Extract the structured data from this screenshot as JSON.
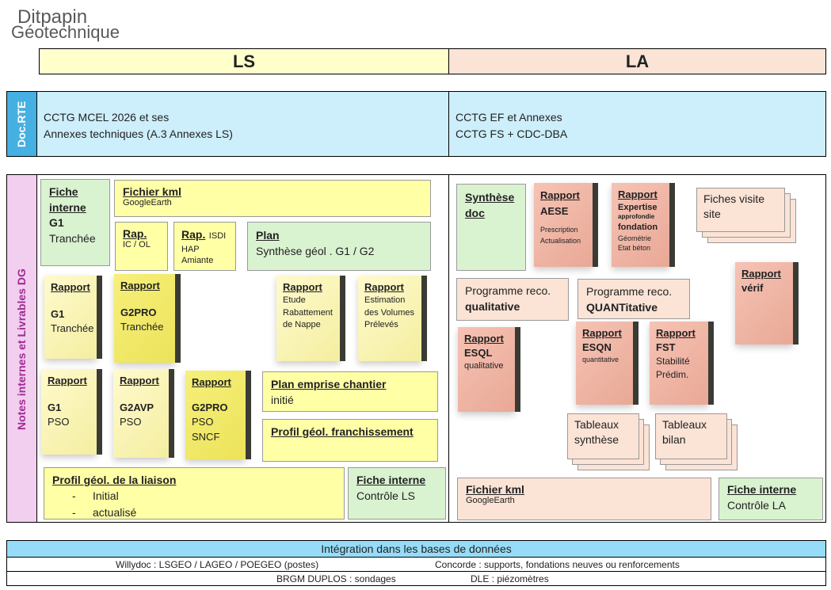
{
  "logo": {
    "line1": "Ditpapin",
    "line2": "Géotechnique"
  },
  "columns": {
    "ls": "LS",
    "la": "LA"
  },
  "docrte": {
    "label": "Doc.RTE",
    "ls_line1": "CCTG MCEL 2026 et ses",
    "ls_line2": "Annexes techniques (A.3 Annexes LS)",
    "la_line1": "CCTG EF et Annexes",
    "la_line2": "CCTG FS + CDC-DBA"
  },
  "notes_label": "Notes internes et Livrables DG",
  "ls": {
    "fiche_g1": {
      "t1": "Fiche",
      "t2": "interne",
      "t3": "G1",
      "t4": "Tranchée"
    },
    "kml": {
      "title": "Fichier kml",
      "sub": "GoogleEarth"
    },
    "rap_ic": {
      "title": "Rap.",
      "sub": "IC / OL"
    },
    "rap_isdi": {
      "title": "Rap.",
      "l1": "ISDI",
      "l2": "HAP",
      "l3": "Amiante"
    },
    "plan": {
      "title": "Plan",
      "sub": "Synthèse géol .   G1 / G2"
    },
    "r_g1_tr": {
      "t": "Rapport",
      "a": "G1",
      "b": "Tranchée"
    },
    "r_g2pro_tr": {
      "t": "Rapport",
      "a": "G2PRO",
      "b": "Tranchée"
    },
    "r_etude": {
      "t": "Rapport",
      "a": "Etude",
      "b": "Rabattement",
      "c": "de Nappe"
    },
    "r_estim": {
      "t": "Rapport",
      "a": "Estimation",
      "b": "des Volumes",
      "c": "Prélevés"
    },
    "r_g1_pso": {
      "t": "Rapport",
      "a": "G1",
      "b": "PSO"
    },
    "r_g2avp": {
      "t": "Rapport",
      "a": "G2AVP",
      "b": "PSO"
    },
    "r_g2pro_sncf": {
      "t": "Rapport",
      "a": "G2PRO",
      "b": "PSO",
      "c": "SNCF"
    },
    "plan_emprise": {
      "title": "Plan emprise chantier",
      "sub": "initié"
    },
    "profil_franch": {
      "title": "Profil géol. franchissement"
    },
    "profil_liaison": {
      "title": "Profil géol. de la liaison",
      "i1": "Initial",
      "i2": "actualisé",
      "dash": "-"
    },
    "fiche_ctrl": {
      "title": "Fiche interne",
      "sub": "Contrôle LS"
    }
  },
  "la": {
    "synthese": {
      "l1": "Synthèse",
      "l2": "doc"
    },
    "r_aese": {
      "t": "Rapport",
      "a": "AESE",
      "b": "Prescription",
      "c": "Actualisation"
    },
    "r_expertise": {
      "t": "Rapport",
      "a": "Expertise",
      "b": "approfondie",
      "c": "fondation",
      "d": "Géométrie",
      "e": "Etat béton"
    },
    "fiches_visite": {
      "l1": "Fiches visite",
      "l2": "site"
    },
    "prog_qual": {
      "l1": "Programme reco.",
      "l2": "qualitative"
    },
    "prog_quant": {
      "l1": "Programme reco.",
      "l2": "QUANTitative"
    },
    "r_verif": {
      "t": "Rapport",
      "a": "vérif"
    },
    "r_esql": {
      "t": "Rapport",
      "a": "ESQL",
      "b": "qualitative"
    },
    "r_esqn": {
      "t": "Rapport",
      "a": "ESQN",
      "b": "quantitative"
    },
    "r_fst": {
      "t": "Rapport",
      "a": "FST",
      "b": "Stabilité",
      "c": "Prédim."
    },
    "tab_synth": {
      "l1": "Tableaux",
      "l2": "synthèse"
    },
    "tab_bilan": {
      "l1": "Tableaux",
      "l2": "bilan"
    },
    "kml": {
      "title": "Fichier kml",
      "sub": "GoogleEarth"
    },
    "fiche_ctrl": {
      "title": "Fiche interne",
      "sub": "Contrôle LA"
    }
  },
  "bottom": {
    "header": "Intégration dans les bases de données",
    "r1a": "Willydoc : LSGEO / LAGEO / POEGEO (postes)",
    "r1b": "Concorde : supports, fondations neuves ou renforcements",
    "r2a": "BRGM DUPLOS : sondages",
    "r2b": "DLE : piézomètres"
  },
  "colors": {
    "ls_head": "#ffffcc",
    "la_head": "#fbe3d6",
    "doc_band": "#cdeefb",
    "doc_label": "#45b0e1",
    "notes_label": "#f2ceef",
    "notes_text": "#a02b93",
    "db_head": "#96dcf8"
  }
}
